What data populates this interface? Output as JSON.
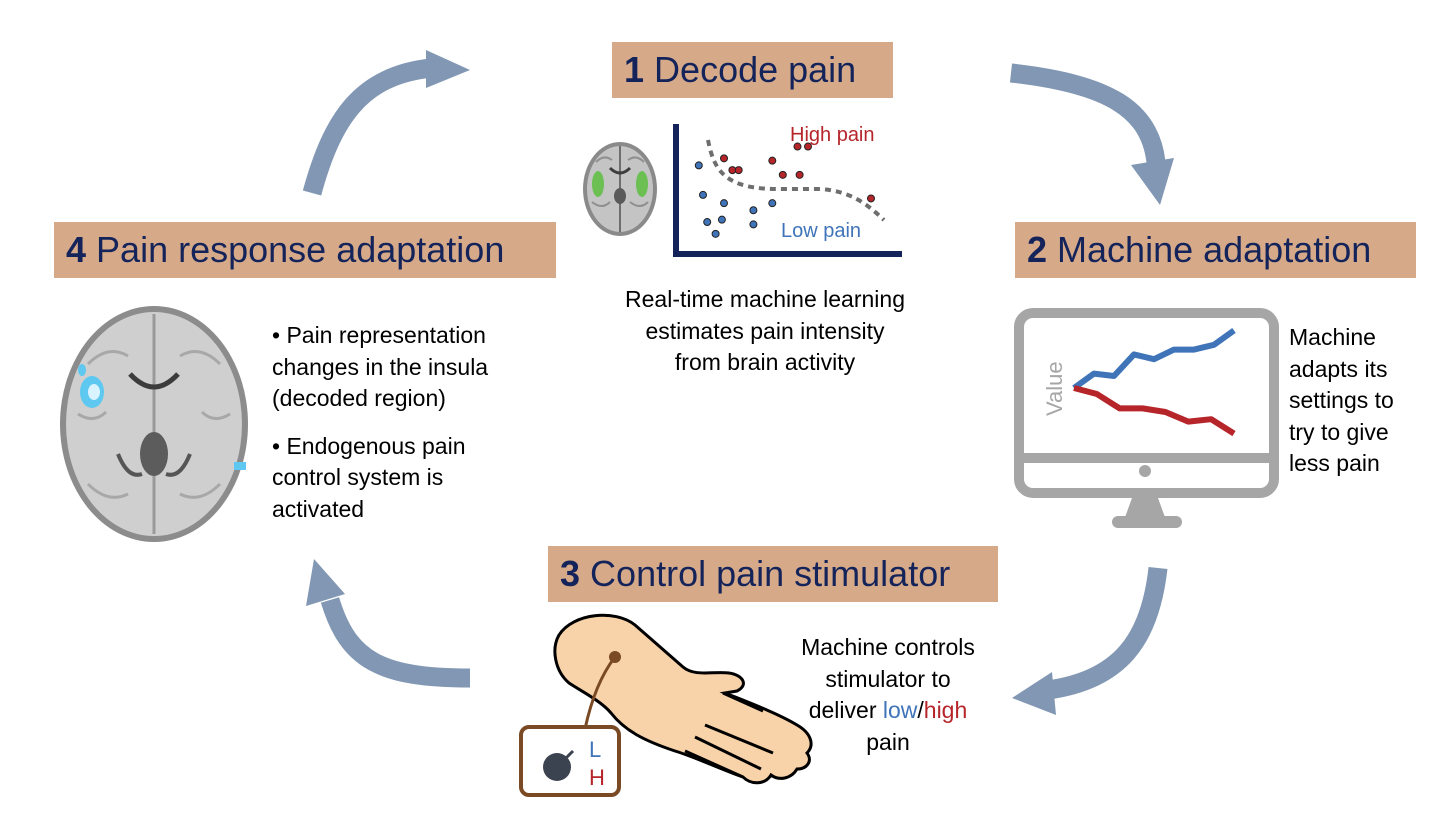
{
  "colors": {
    "title_bg": "#d6aa89",
    "title_text": "#14245a",
    "arrow": "#8197b3",
    "low": "#3f74b9",
    "high": "#b5252a",
    "monitor": "#a6a6a6",
    "skin": "#f8d2a8",
    "stimulator": "#7a4a24"
  },
  "steps": [
    {
      "id": "decode",
      "number": "1",
      "title": "Decode pain",
      "description": [
        "Real-time machine learning",
        "estimates pain intensity",
        "from brain activity"
      ],
      "chart": {
        "high_label": "High pain",
        "low_label": "Low pain"
      }
    },
    {
      "id": "machine",
      "number": "2",
      "title": "Machine adaptation",
      "description": [
        "Machine",
        "adapts its",
        "settings to",
        "try to give",
        "less pain"
      ],
      "chart": {
        "ylabel": "Value"
      }
    },
    {
      "id": "stimulator",
      "number": "3",
      "title": "Control pain stimulator",
      "description_parts": {
        "line1": "Machine controls",
        "line2": "stimulator to",
        "line3_prefix": "deliver ",
        "low": "low",
        "slash": "/",
        "high": "high",
        "line4": "pain"
      },
      "device": {
        "low_label": "L",
        "high_label": "H"
      }
    },
    {
      "id": "response",
      "number": "4",
      "title": "Pain response adaptation",
      "bullets": [
        [
          "• Pain representation",
          "changes in the insula",
          "(decoded region)"
        ],
        [
          "• Endogenous pain",
          "control system is",
          "activated"
        ]
      ]
    }
  ],
  "chart_data": [
    {
      "type": "scatter",
      "title": "",
      "xlabel": "",
      "ylabel": "",
      "legend": [
        "High pain",
        "Low pain"
      ],
      "series": [
        {
          "name": "High pain",
          "points": [
            [
              0.55,
              0.86
            ],
            [
              0.6,
              0.86
            ],
            [
              0.2,
              0.76
            ],
            [
              0.43,
              0.74
            ],
            [
              0.24,
              0.66
            ],
            [
              0.27,
              0.66
            ],
            [
              0.48,
              0.62
            ],
            [
              0.56,
              0.62
            ],
            [
              0.9,
              0.42
            ]
          ]
        },
        {
          "name": "Low pain",
          "points": [
            [
              0.08,
              0.7
            ],
            [
              0.1,
              0.45
            ],
            [
              0.2,
              0.38
            ],
            [
              0.34,
              0.32
            ],
            [
              0.43,
              0.38
            ],
            [
              0.12,
              0.22
            ],
            [
              0.19,
              0.24
            ],
            [
              0.34,
              0.2
            ],
            [
              0.16,
              0.12
            ]
          ]
        }
      ],
      "boundary": "dashed decision boundary from upper-left to lower-right"
    },
    {
      "type": "line",
      "ylabel": "Value",
      "series": [
        {
          "name": "blue",
          "values": [
            0.5,
            0.62,
            0.6,
            0.78,
            0.74,
            0.82,
            0.82,
            0.86,
            0.98
          ]
        },
        {
          "name": "red",
          "values": [
            0.5,
            0.45,
            0.33,
            0.33,
            0.3,
            0.22,
            0.24,
            0.12
          ]
        }
      ]
    }
  ]
}
